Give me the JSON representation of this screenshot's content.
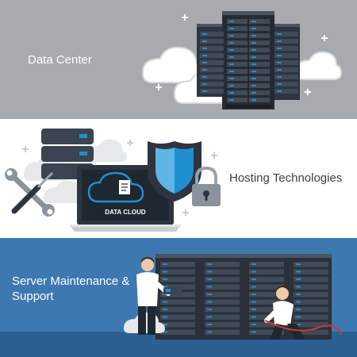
{
  "banners": [
    {
      "title": "Data Center"
    },
    {
      "title": "Hosting Technologies",
      "laptop_label": "DATA CLOUD"
    },
    {
      "title": "Server Maintenance & Support"
    }
  ],
  "colors": {
    "banner1_bg": "#a7abaf",
    "banner2_bg": "#ffffff",
    "banner3_bg": "#3d78b0",
    "accent_blue": "#1f8fd0",
    "server_dark": "#2e3440"
  },
  "icons": [
    "cloud-icon",
    "server-rack-icon",
    "wrench-icon",
    "screwdriver-icon",
    "shield-icon",
    "padlock-icon",
    "laptop-icon",
    "document-icon",
    "sparkle-icon"
  ]
}
